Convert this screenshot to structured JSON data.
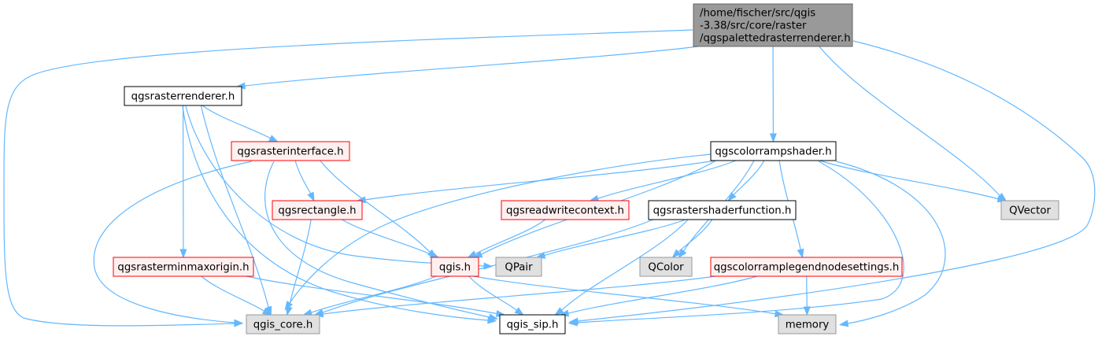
{
  "colors": {
    "edge": "#63b8ff",
    "root_fill": "#999999",
    "root_border": "#666666",
    "normal_fill": "#ffffff",
    "normal_border": "#000000",
    "truncated_fill": "#fff0f0",
    "truncated_border": "#ff0000",
    "external_fill": "#e0e0e0",
    "external_border": "#999999"
  },
  "nodes": {
    "root": {
      "lines": [
        "/home/fischer/src/qgis",
        "-3.38/src/core/raster",
        "/qgspalettedrasterrenderer.h"
      ],
      "kind": "root"
    },
    "qgsrasterrenderer": {
      "lines": [
        "qgsrasterrenderer.h"
      ],
      "kind": "normal"
    },
    "qgscolorrampshader": {
      "lines": [
        "qgscolorrampshader.h"
      ],
      "kind": "normal"
    },
    "qgsrasterinterface": {
      "lines": [
        "qgsrasterinterface.h"
      ],
      "kind": "truncated"
    },
    "qvector": {
      "lines": [
        "QVector"
      ],
      "kind": "external"
    },
    "qgsrectangle": {
      "lines": [
        "qgsrectangle.h"
      ],
      "kind": "truncated"
    },
    "qgsreadwritecontext": {
      "lines": [
        "qgsreadwritecontext.h"
      ],
      "kind": "truncated"
    },
    "qgsrastershaderfunction": {
      "lines": [
        "qgsrastershaderfunction.h"
      ],
      "kind": "normal"
    },
    "qgsrasterminmaxorigin": {
      "lines": [
        "qgsrasterminmaxorigin.h"
      ],
      "kind": "truncated"
    },
    "qgis": {
      "lines": [
        "qgis.h"
      ],
      "kind": "truncated"
    },
    "qpair": {
      "lines": [
        "QPair"
      ],
      "kind": "external"
    },
    "qcolor": {
      "lines": [
        "QColor"
      ],
      "kind": "external"
    },
    "qgscolorramplegendnodesettings": {
      "lines": [
        "qgscolorramplegendnodesettings.h"
      ],
      "kind": "truncated"
    },
    "qgis_core": {
      "lines": [
        "qgis_core.h"
      ],
      "kind": "external"
    },
    "qgis_sip": {
      "lines": [
        "qgis_sip.h"
      ],
      "kind": "normal"
    },
    "memory": {
      "lines": [
        "memory"
      ],
      "kind": "external"
    }
  },
  "edges": [
    [
      "root",
      "qgsrasterrenderer"
    ],
    [
      "root",
      "qgis_core"
    ],
    [
      "root",
      "qgscolorrampshader"
    ],
    [
      "root",
      "qvector"
    ],
    [
      "root",
      "qgis_sip"
    ],
    [
      "qgsrasterrenderer",
      "qgsrasterinterface"
    ],
    [
      "qgsrasterrenderer",
      "qgis_core"
    ],
    [
      "qgsrasterrenderer",
      "qgsrasterminmaxorigin"
    ],
    [
      "qgsrasterrenderer",
      "qpair"
    ],
    [
      "qgsrasterrenderer",
      "qgis_sip"
    ],
    [
      "qgsrasterinterface",
      "qgsrectangle"
    ],
    [
      "qgsrasterinterface",
      "qgis"
    ],
    [
      "qgsrasterinterface",
      "qgis_core"
    ],
    [
      "qgsrasterinterface",
      "qgis_sip"
    ],
    [
      "qgsrectangle",
      "qgis"
    ],
    [
      "qgsrectangle",
      "qgis_core"
    ],
    [
      "qgsreadwritecontext",
      "qgis"
    ],
    [
      "qgsrasterminmaxorigin",
      "qgis_core"
    ],
    [
      "qgsrasterminmaxorigin",
      "qgis_sip"
    ],
    [
      "qgis",
      "qgis_core"
    ],
    [
      "qgis",
      "qgis_sip"
    ],
    [
      "qgis",
      "memory"
    ],
    [
      "qgscolorrampshader",
      "qgsrectangle"
    ],
    [
      "qgscolorrampshader",
      "qgsreadwritecontext"
    ],
    [
      "qgscolorrampshader",
      "qgsrastershaderfunction"
    ],
    [
      "qgscolorrampshader",
      "qgis"
    ],
    [
      "qgscolorrampshader",
      "qgis_core"
    ],
    [
      "qgscolorrampshader",
      "qcolor"
    ],
    [
      "qgscolorrampshader",
      "qvector"
    ],
    [
      "qgscolorrampshader",
      "qgscolorramplegendnodesettings"
    ],
    [
      "qgscolorrampshader",
      "qgis_sip"
    ],
    [
      "qgscolorrampshader",
      "memory"
    ],
    [
      "qgsrastershaderfunction",
      "qpair"
    ],
    [
      "qgsrastershaderfunction",
      "qcolor"
    ],
    [
      "qgsrastershaderfunction",
      "qgis_core"
    ],
    [
      "qgsrastershaderfunction",
      "qgis_sip"
    ],
    [
      "qgscolorramplegendnodesettings",
      "qgis_core"
    ],
    [
      "qgscolorramplegendnodesettings",
      "qgis_sip"
    ],
    [
      "qgscolorramplegendnodesettings",
      "memory"
    ]
  ]
}
